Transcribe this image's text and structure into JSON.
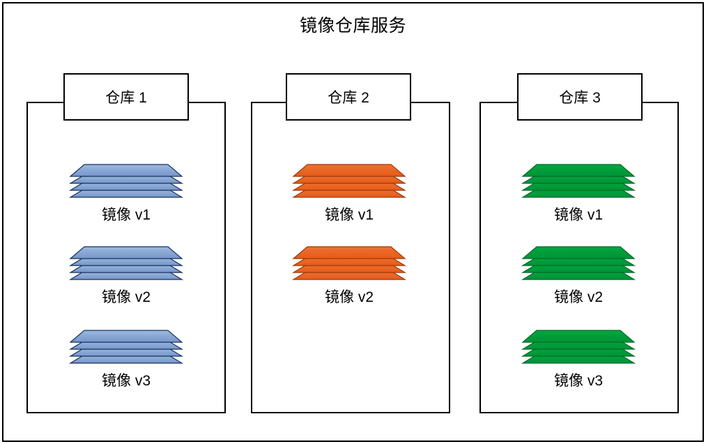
{
  "diagram": {
    "title": "镜像仓库服务",
    "colors": {
      "blue_fill_top": "#9CB9E0",
      "blue_fill_bottom": "#7695C9",
      "blue_stroke": "#16325C",
      "orange_fill_top": "#EE7132",
      "orange_fill_bottom": "#E55B18",
      "orange_stroke": "#9C3A0B",
      "green_fill_top": "#00A63F",
      "green_fill_bottom": "#009336",
      "green_stroke": "#00692A",
      "box_stroke": "#000000",
      "background": "#FFFFFF"
    },
    "repositories": [
      {
        "header": "仓库 1",
        "color": "blue",
        "images": [
          {
            "label": "镜像 v1",
            "layers": 4
          },
          {
            "label": "镜像 v2",
            "layers": 4
          },
          {
            "label": "镜像 v3",
            "layers": 4
          }
        ]
      },
      {
        "header": "仓库 2",
        "color": "orange",
        "images": [
          {
            "label": "镜像 v1",
            "layers": 4
          },
          {
            "label": "镜像 v2",
            "layers": 4
          }
        ]
      },
      {
        "header": "仓库 3",
        "color": "green",
        "images": [
          {
            "label": "镜像 v1",
            "layers": 4
          },
          {
            "label": "镜像 v2",
            "layers": 4
          },
          {
            "label": "镜像 v3",
            "layers": 4
          }
        ]
      }
    ]
  }
}
